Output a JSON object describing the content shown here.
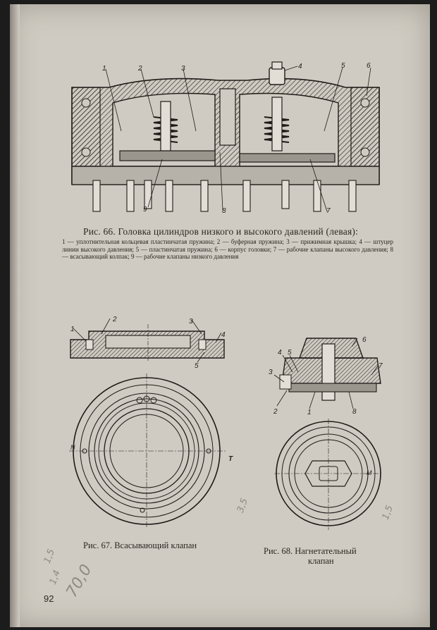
{
  "page_number": "92",
  "figure_66": {
    "caption": "Рис. 66. Головка цилиндров низкого и высокого давлений (левая):",
    "legend": "1 — уплотнительная кольцевая пластинчатая пружина; 2 — буферная пружина; 3 — прижимная крышка; 4 — штуцер линии высокого давления; 5 — пластинчатая пружина; 6 — корпус головки; 7 — рабочие клапаны высокого давления; 8 — всасывающий колпак; 9 — рабочие клапаны низкого давления",
    "callouts": [
      "1",
      "2",
      "3",
      "4",
      "5",
      "6",
      "7",
      "8",
      "9"
    ]
  },
  "figure_67": {
    "caption": "Рис. 67. Всасывающий клапан",
    "callouts": [
      "1",
      "2",
      "3",
      "4",
      "5",
      "N",
      "T"
    ]
  },
  "figure_68": {
    "caption_line1": "Рис. 68. Нагнетательный",
    "caption_line2": "клапан",
    "callouts": [
      "1",
      "2",
      "3",
      "4",
      "5",
      "6",
      "7",
      "8",
      "M"
    ]
  },
  "pencil_notes": [
    "70,0",
    "1,5",
    "1,4",
    "3,5",
    "1,5"
  ]
}
